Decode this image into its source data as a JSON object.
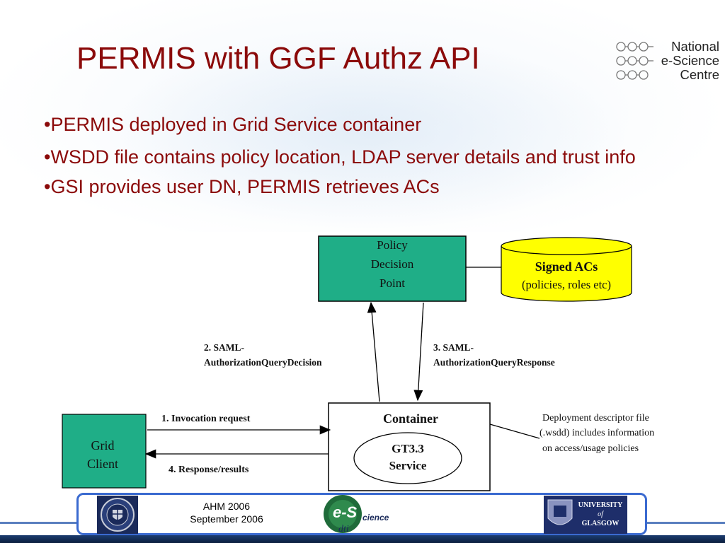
{
  "slide": {
    "title": "PERMIS with GGF Authz API",
    "bullets": [
      "•PERMIS deployed in Grid Service container",
      "•WSDD file contains policy location, LDAP server details and trust info",
      "•GSI provides user DN, PERMIS retrieves ACs"
    ]
  },
  "logo": {
    "line1": "National",
    "line2": "e-Science",
    "line3": "Centre"
  },
  "diagram": {
    "pdp": [
      "Policy",
      "Decision",
      "Point"
    ],
    "signed_acs_title": "Signed ACs",
    "signed_acs_sub": "(policies, roles etc)",
    "step2": [
      "2. SAML-",
      "AuthorizationQueryDecision"
    ],
    "step3": [
      "3. SAML-",
      "AuthorizationQueryResponse"
    ],
    "step1": "1. Invocation request",
    "step4": "4. Response/results",
    "grid_client": [
      "Grid",
      "Client"
    ],
    "container": "Container",
    "service": [
      "GT3.3",
      "Service"
    ],
    "deploy_note": [
      "Deployment descriptor file",
      "(.wsdd) includes information",
      "on access/usage policies"
    ]
  },
  "footer": {
    "line1": "AHM 2006",
    "line2": "September 2006",
    "esci_e": "e-S",
    "esci_cience": "cience",
    "esci_dti": "dti",
    "glasgow_line1": "UNIVERSITY",
    "glasgow_line2": "of",
    "glasgow_line3": "GLASGOW"
  },
  "colors": {
    "title": "#8b0a0a",
    "pdp_fill": "#1fae87",
    "signed_fill": "#ffff00",
    "footer_border": "#3a6ad0"
  }
}
